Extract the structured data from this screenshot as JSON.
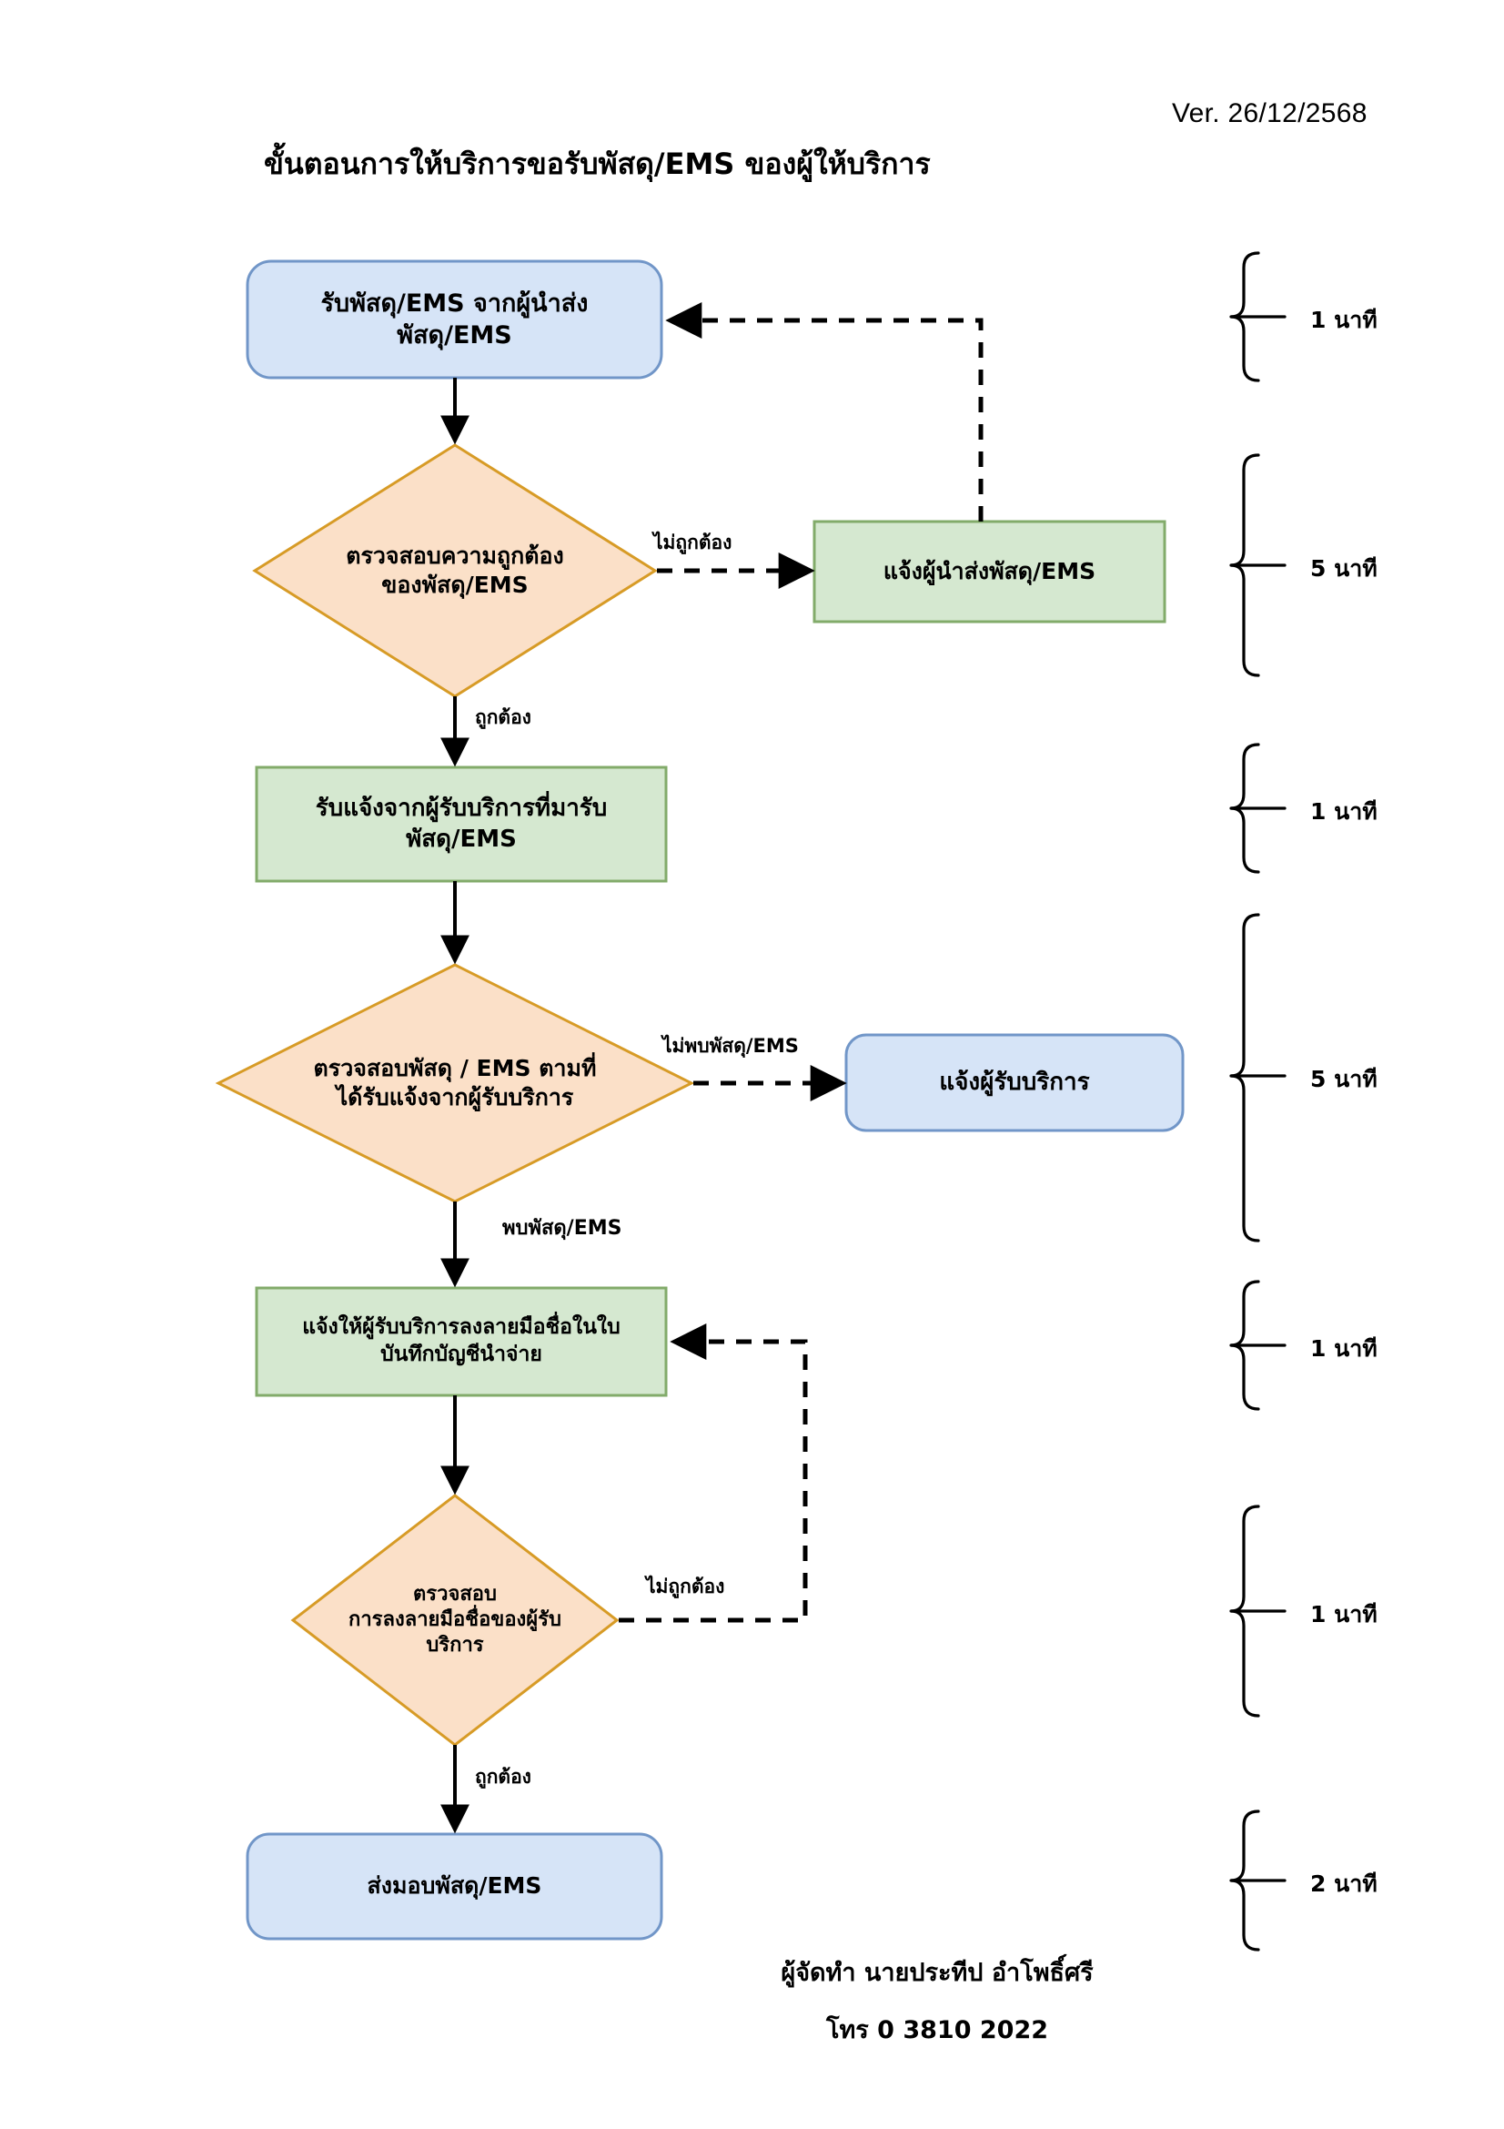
{
  "document": {
    "version_label": "Ver. 26/12/2568",
    "title": "ขั้นตอนการให้บริการขอรับพัสดุ/EMS ของผู้ให้บริการ"
  },
  "flowchart": {
    "type": "flowchart",
    "nodes": [
      {
        "id": "n1",
        "shape": "rounded-rectangle",
        "color": "#d6e4f7",
        "border": "#7196c8",
        "lines": [
          "รับพัสดุ/EMS จากผู้นำส่ง",
          "พัสดุ/EMS"
        ]
      },
      {
        "id": "d1",
        "shape": "diamond",
        "color": "#fbe0c8",
        "border": "#d79b26",
        "lines": [
          "ตรวจสอบความถูกต้อง",
          "ของพัสดุ/EMS"
        ]
      },
      {
        "id": "n2",
        "shape": "rectangle",
        "color": "#d5e8d0",
        "border": "#82ab6a",
        "lines": [
          "แจ้งผู้นำส่งพัสดุ/EMS"
        ]
      },
      {
        "id": "n3",
        "shape": "rectangle",
        "color": "#d5e8d0",
        "border": "#82ab6a",
        "lines": [
          "รับแจ้งจากผู้รับบริการที่มารับ",
          "พัสดุ/EMS"
        ]
      },
      {
        "id": "d2",
        "shape": "diamond",
        "color": "#fbe0c8",
        "border": "#d79b26",
        "lines": [
          "ตรวจสอบพัสดุ / EMS ตามที่",
          "ได้รับแจ้งจากผู้รับบริการ"
        ]
      },
      {
        "id": "n4",
        "shape": "rounded-rectangle",
        "color": "#d6e4f7",
        "border": "#7196c8",
        "lines": [
          "แจ้งผู้รับบริการ"
        ]
      },
      {
        "id": "n5",
        "shape": "rectangle",
        "color": "#d5e8d0",
        "border": "#82ab6a",
        "lines": [
          "แจ้งให้ผู้รับบริการลงลายมือชื่อในใบ",
          "บันทึกบัญชีนำจ่าย"
        ]
      },
      {
        "id": "d3",
        "shape": "diamond",
        "color": "#fbe0c8",
        "border": "#d79b26",
        "lines": [
          "ตรวจสอบ",
          "การลงลายมือชื่อของผู้รับ",
          "บริการ"
        ]
      },
      {
        "id": "n6",
        "shape": "rounded-rectangle",
        "color": "#d6e4f7",
        "border": "#7196c8",
        "lines": [
          "ส่งมอบพัสดุ/EMS"
        ]
      }
    ],
    "edge_labels": {
      "d1_no": "ไม่ถูกต้อง",
      "d1_yes": "ถูกต้อง",
      "d2_no": "ไม่พบพัสดุ/EMS",
      "d2_yes": "พบพัสดุ/EMS",
      "d3_no": "ไม่ถูกต้อง",
      "d3_yes": "ถูกต้อง"
    }
  },
  "timings": [
    {
      "value": "1 นาที"
    },
    {
      "value": "5 นาที"
    },
    {
      "value": "1 นาที"
    },
    {
      "value": "5 นาที"
    },
    {
      "value": "1 นาที"
    },
    {
      "value": "1 นาที"
    },
    {
      "value": "2 นาที"
    }
  ],
  "footer": {
    "author": "ผู้จัดทำ นายประทีป อำโพธิ์ศรี",
    "phone": "โทร 0 3810 2022"
  }
}
